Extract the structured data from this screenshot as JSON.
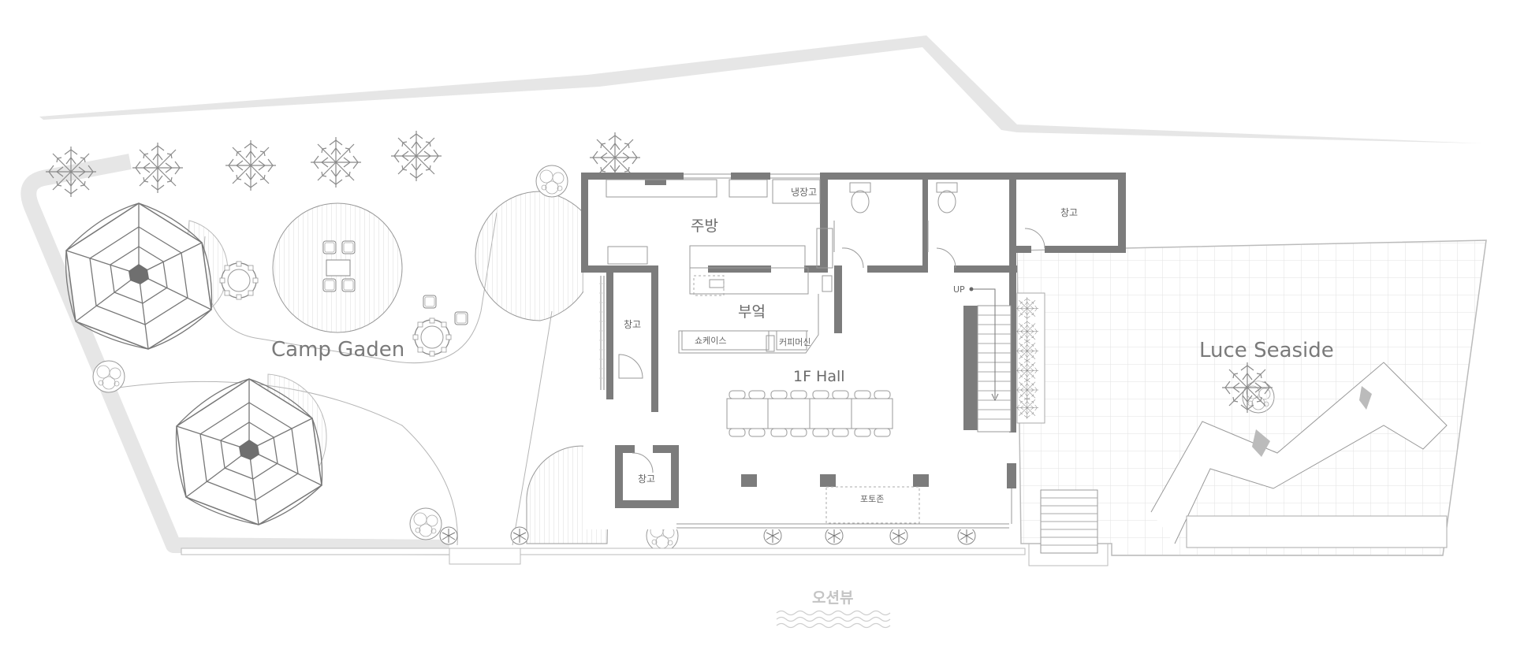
{
  "areas": {
    "camp_garden": "Camp Gaden",
    "luce_seaside": "Luce Seaside",
    "hall": "1F Hall",
    "kitchen": "주방",
    "back_kitchen": "부엌",
    "ocean_view": "오션뷰"
  },
  "rooms": {
    "fridge": "냉장고",
    "storage_top": "창고",
    "storage_left": "창고",
    "storage_bottom": "창고",
    "showcase": "쇼케이스",
    "coffee_machine": "커피머신",
    "photo_zone": "포토존",
    "stairs_up": "UP"
  },
  "colors": {
    "wall": "#7c7c7c",
    "line": "#9a9a9a",
    "ground": "#e6e6e6",
    "label": "#7a7a7a",
    "ocean_label": "#c4c4c4"
  }
}
